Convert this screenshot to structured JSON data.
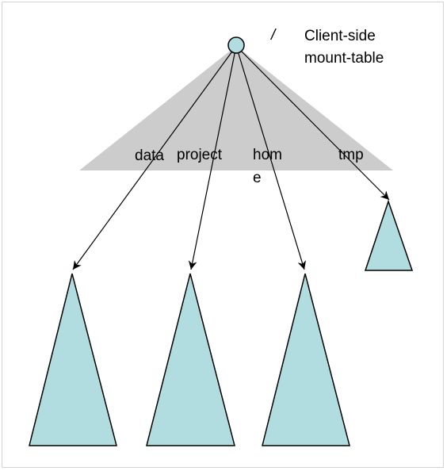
{
  "diagram": {
    "root_label": "/",
    "caption_line1": "Client-side",
    "caption_line2": "mount-table",
    "mount_labels": {
      "data": "data",
      "project": "project",
      "home_line1": "hom",
      "home_line2": "e",
      "tmp": "tmp"
    },
    "colors": {
      "mount_table_fill": "#cccccc",
      "subtree_fill": "#b2dde0",
      "stroke": "#000000"
    }
  }
}
